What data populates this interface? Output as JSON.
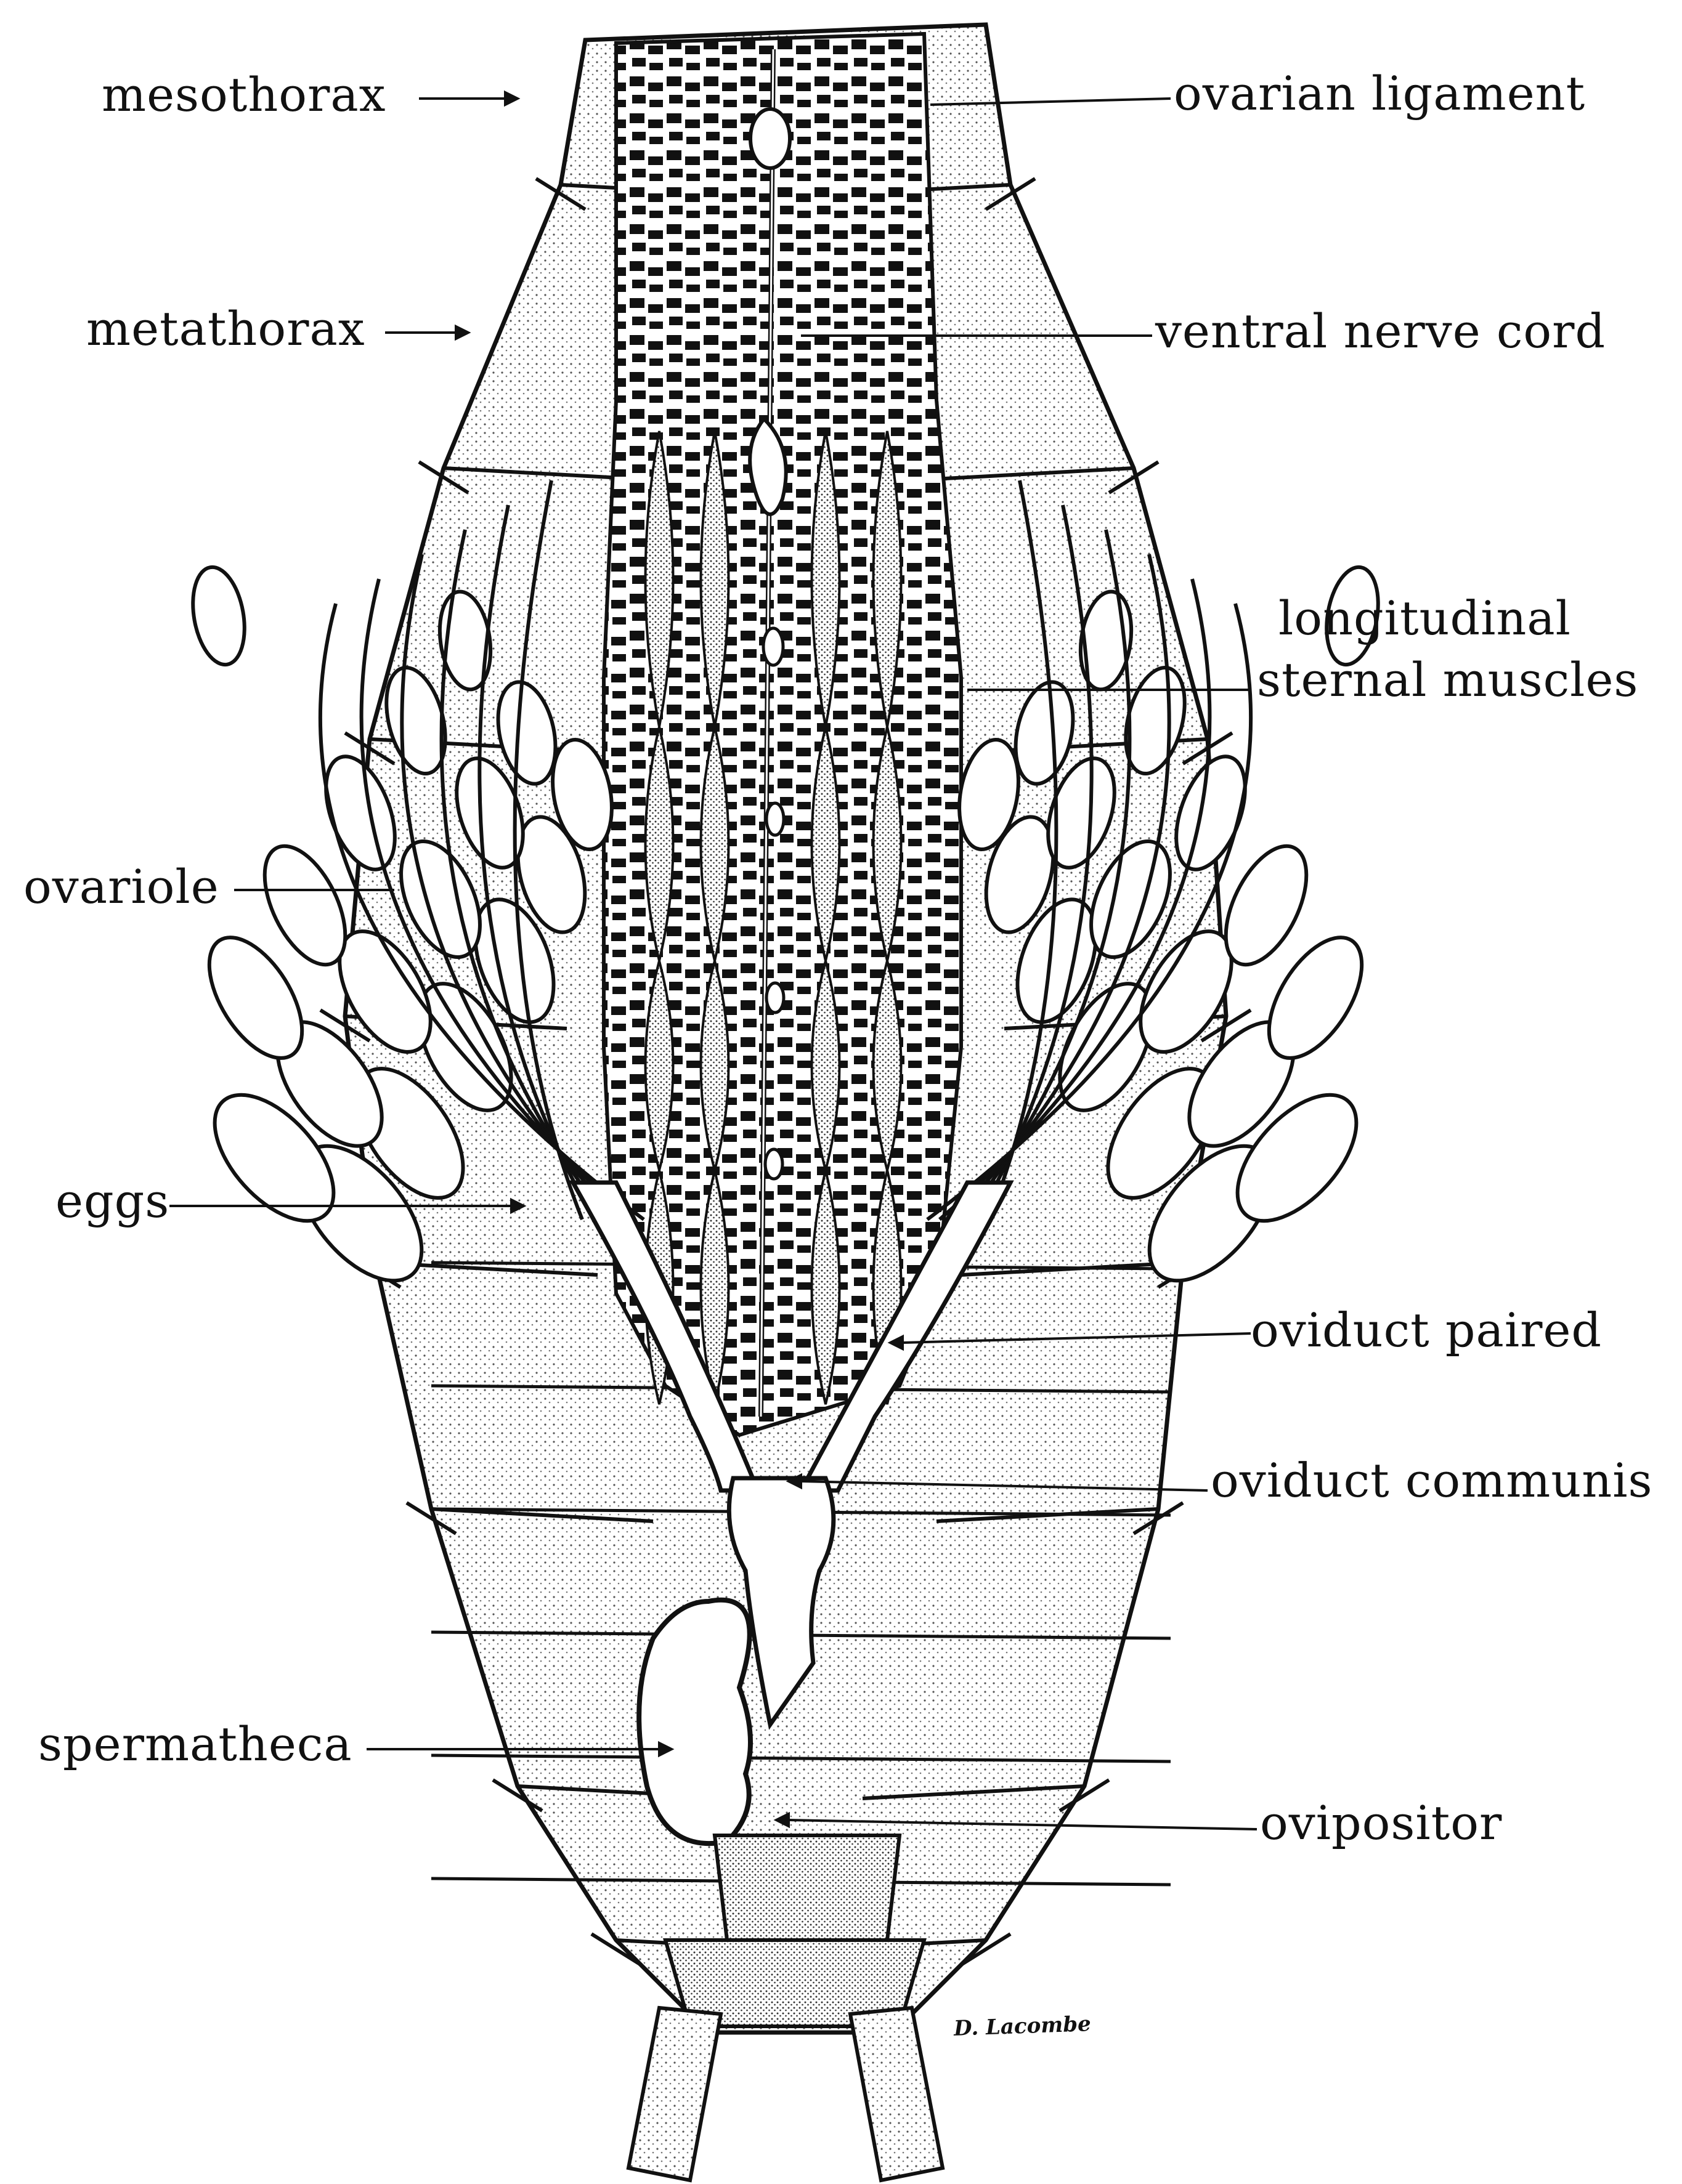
{
  "labels": {
    "mesothorax": "mesothorax",
    "metathorax": "metathorax",
    "ovariole": "ovariole",
    "eggs": "eggs",
    "spermatheca": "spermatheca",
    "ovarian_ligament": "ovarian ligament",
    "ventral_nerve_cord": "ventral nerve cord",
    "longitudinal_1": "longitudinal",
    "longitudinal_2": "sternal muscles",
    "oviduct_paired": "oviduct paired",
    "oviduct_communis": "oviduct communis",
    "ovipositor": "ovipositor"
  },
  "signature": "D. Lacombe",
  "colors": {
    "ink": "#111111",
    "paper": "#ffffff",
    "stipple": "#e6e6e6"
  }
}
